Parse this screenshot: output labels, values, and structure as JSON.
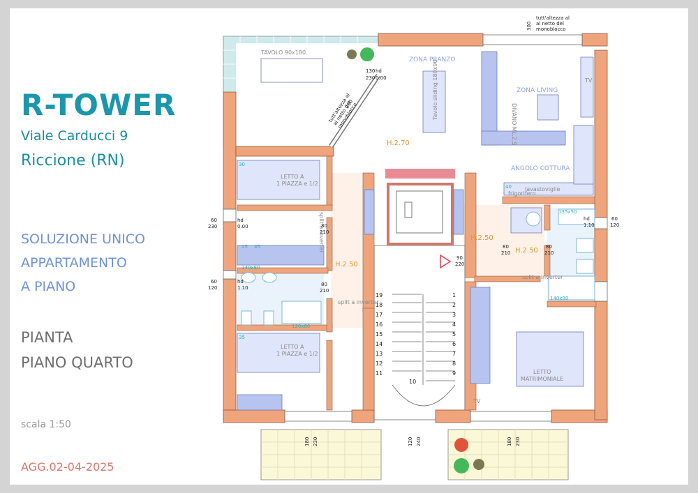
{
  "header": {
    "title": "R-TOWER",
    "address_street": "Viale Carducci 9",
    "address_city": "Riccione (RN)"
  },
  "solution": {
    "line1": "SOLUZIONE UNICO",
    "line2": "APPARTAMENTO",
    "line3": "A PIANO"
  },
  "plan_title": {
    "line1": "PIANTA",
    "line2": "PIANO QUARTO"
  },
  "scale": "scala 1:50",
  "update": "AGG.02-04-2025",
  "colors": {
    "accent": "#1b96ab",
    "solution": "#6f92d8",
    "update": "#d9766c",
    "wall": "#f0a47c",
    "terrace": "#cfeaea",
    "balcony": "#fbf8d8",
    "furniture": "#b8c4f0"
  },
  "plan": {
    "rooms": {
      "zona_pranzo": "ZONA PRANZO",
      "zona_living": "ZONA LIVING",
      "angolo_cottura": "ANGOLO COTTURA",
      "letto_a1": "LETTO A",
      "letto_a1_sub": "1 PIAZZA e 1/2",
      "letto_a2": "LETTO A",
      "letto_a2_sub": "1 PIAZZA e 1/2",
      "letto_matr": "LETTO",
      "letto_matr_sub": "MATRIMONIALE"
    },
    "furniture": {
      "tavolo_terrazzo": "TAVOLO 90x180",
      "tavolo_sliding": "Tavolo sliding 180x90",
      "divano": "DIVANO ML.2,5",
      "tv1": "TV",
      "tv2": "TV",
      "lavastoviglie": "lavastoviglie",
      "frigorifero": "frigorifero",
      "split1": "split a inverter",
      "split2": "split a inverter",
      "split3": "split a inverter"
    },
    "heights": {
      "h270": "H.2.70",
      "h250_left": "H.2.50",
      "h250_center": "H.2.50",
      "h250_right": "H.2.50"
    },
    "notes": {
      "tuttaltezza_top_1": "tutt'altezza al",
      "tuttaltezza_top_2": "al netto del",
      "tuttaltezza_top_3": "monoblocco",
      "tuttaltezza_diag_1": "tutt'altezza al",
      "tuttaltezza_diag_2": "al netto del",
      "tuttaltezza_diag_3": "monoblocco"
    },
    "dims": {
      "d300": "300",
      "hd": "hd",
      "hd_val": "0.00",
      "hd_110": "1.10",
      "d130": "130",
      "d230": "230",
      "d200": "200",
      "d60": "60",
      "d120": "120",
      "d80": "80",
      "d210": "210",
      "d90": "90",
      "d220": "220",
      "d180": "180",
      "d240": "240",
      "dl_60a": "60",
      "dl_230": "230",
      "dl_60b": "60",
      "dl_120": "120",
      "dr_60": "60",
      "dr_120": "120"
    },
    "cyan": {
      "s45": "45",
      "s40": "40",
      "s30": "30",
      "s35": "35",
      "s140x80": "140x80",
      "s120x80": "120x80",
      "s135x50": "135x50"
    },
    "stair_steps": [
      "1",
      "2",
      "3",
      "4",
      "5",
      "6",
      "7",
      "8",
      "9",
      "10",
      "11",
      "12",
      "13",
      "14",
      "15",
      "16",
      "17",
      "18",
      "19"
    ]
  }
}
